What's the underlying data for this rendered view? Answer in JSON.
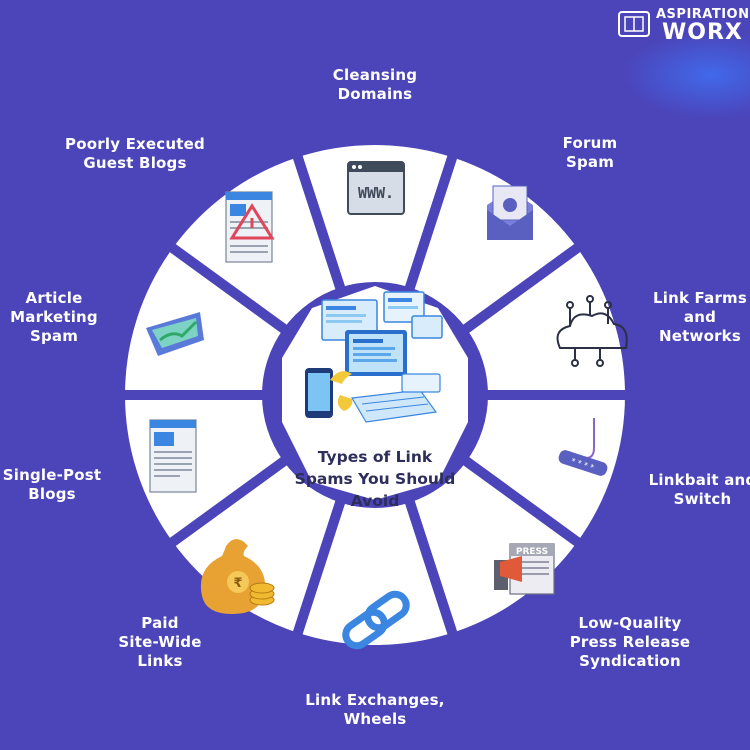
{
  "logo": {
    "top": "ASPIRATION",
    "bottom": "WORX"
  },
  "center": {
    "title": "Types of Link\nSpams You Should\nAvoid"
  },
  "segments": [
    {
      "label": "Cleansing\nDomains",
      "icon": "www-browser-icon"
    },
    {
      "label": "Forum\nSpam",
      "icon": "spam-envelope-icon"
    },
    {
      "label": "Link Farms\nand\nNetworks",
      "icon": "cloud-network-icon"
    },
    {
      "label": "Linkbait and\nSwitch",
      "icon": "fishing-hook-icon"
    },
    {
      "label": "Low-Quality\nPress Release\nSyndication",
      "icon": "press-release-icon"
    },
    {
      "label": "Link Exchanges,\nWheels",
      "icon": "chain-link-icon"
    },
    {
      "label": "Paid\nSite-Wide\nLinks",
      "icon": "money-bag-icon"
    },
    {
      "label": "Single-Post\nBlogs",
      "icon": "blog-document-icon"
    },
    {
      "label": "Article\nMarketing\nSpam",
      "icon": "map-icon"
    },
    {
      "label": "Poorly Executed\nGuest Blogs",
      "icon": "warning-blog-icon"
    }
  ],
  "colors": {
    "background": "#4c44b9",
    "segment": "#ffffff",
    "label": "#ffffff",
    "center_text": "#2d2f5a",
    "accent_blue": "#3a86e0"
  }
}
